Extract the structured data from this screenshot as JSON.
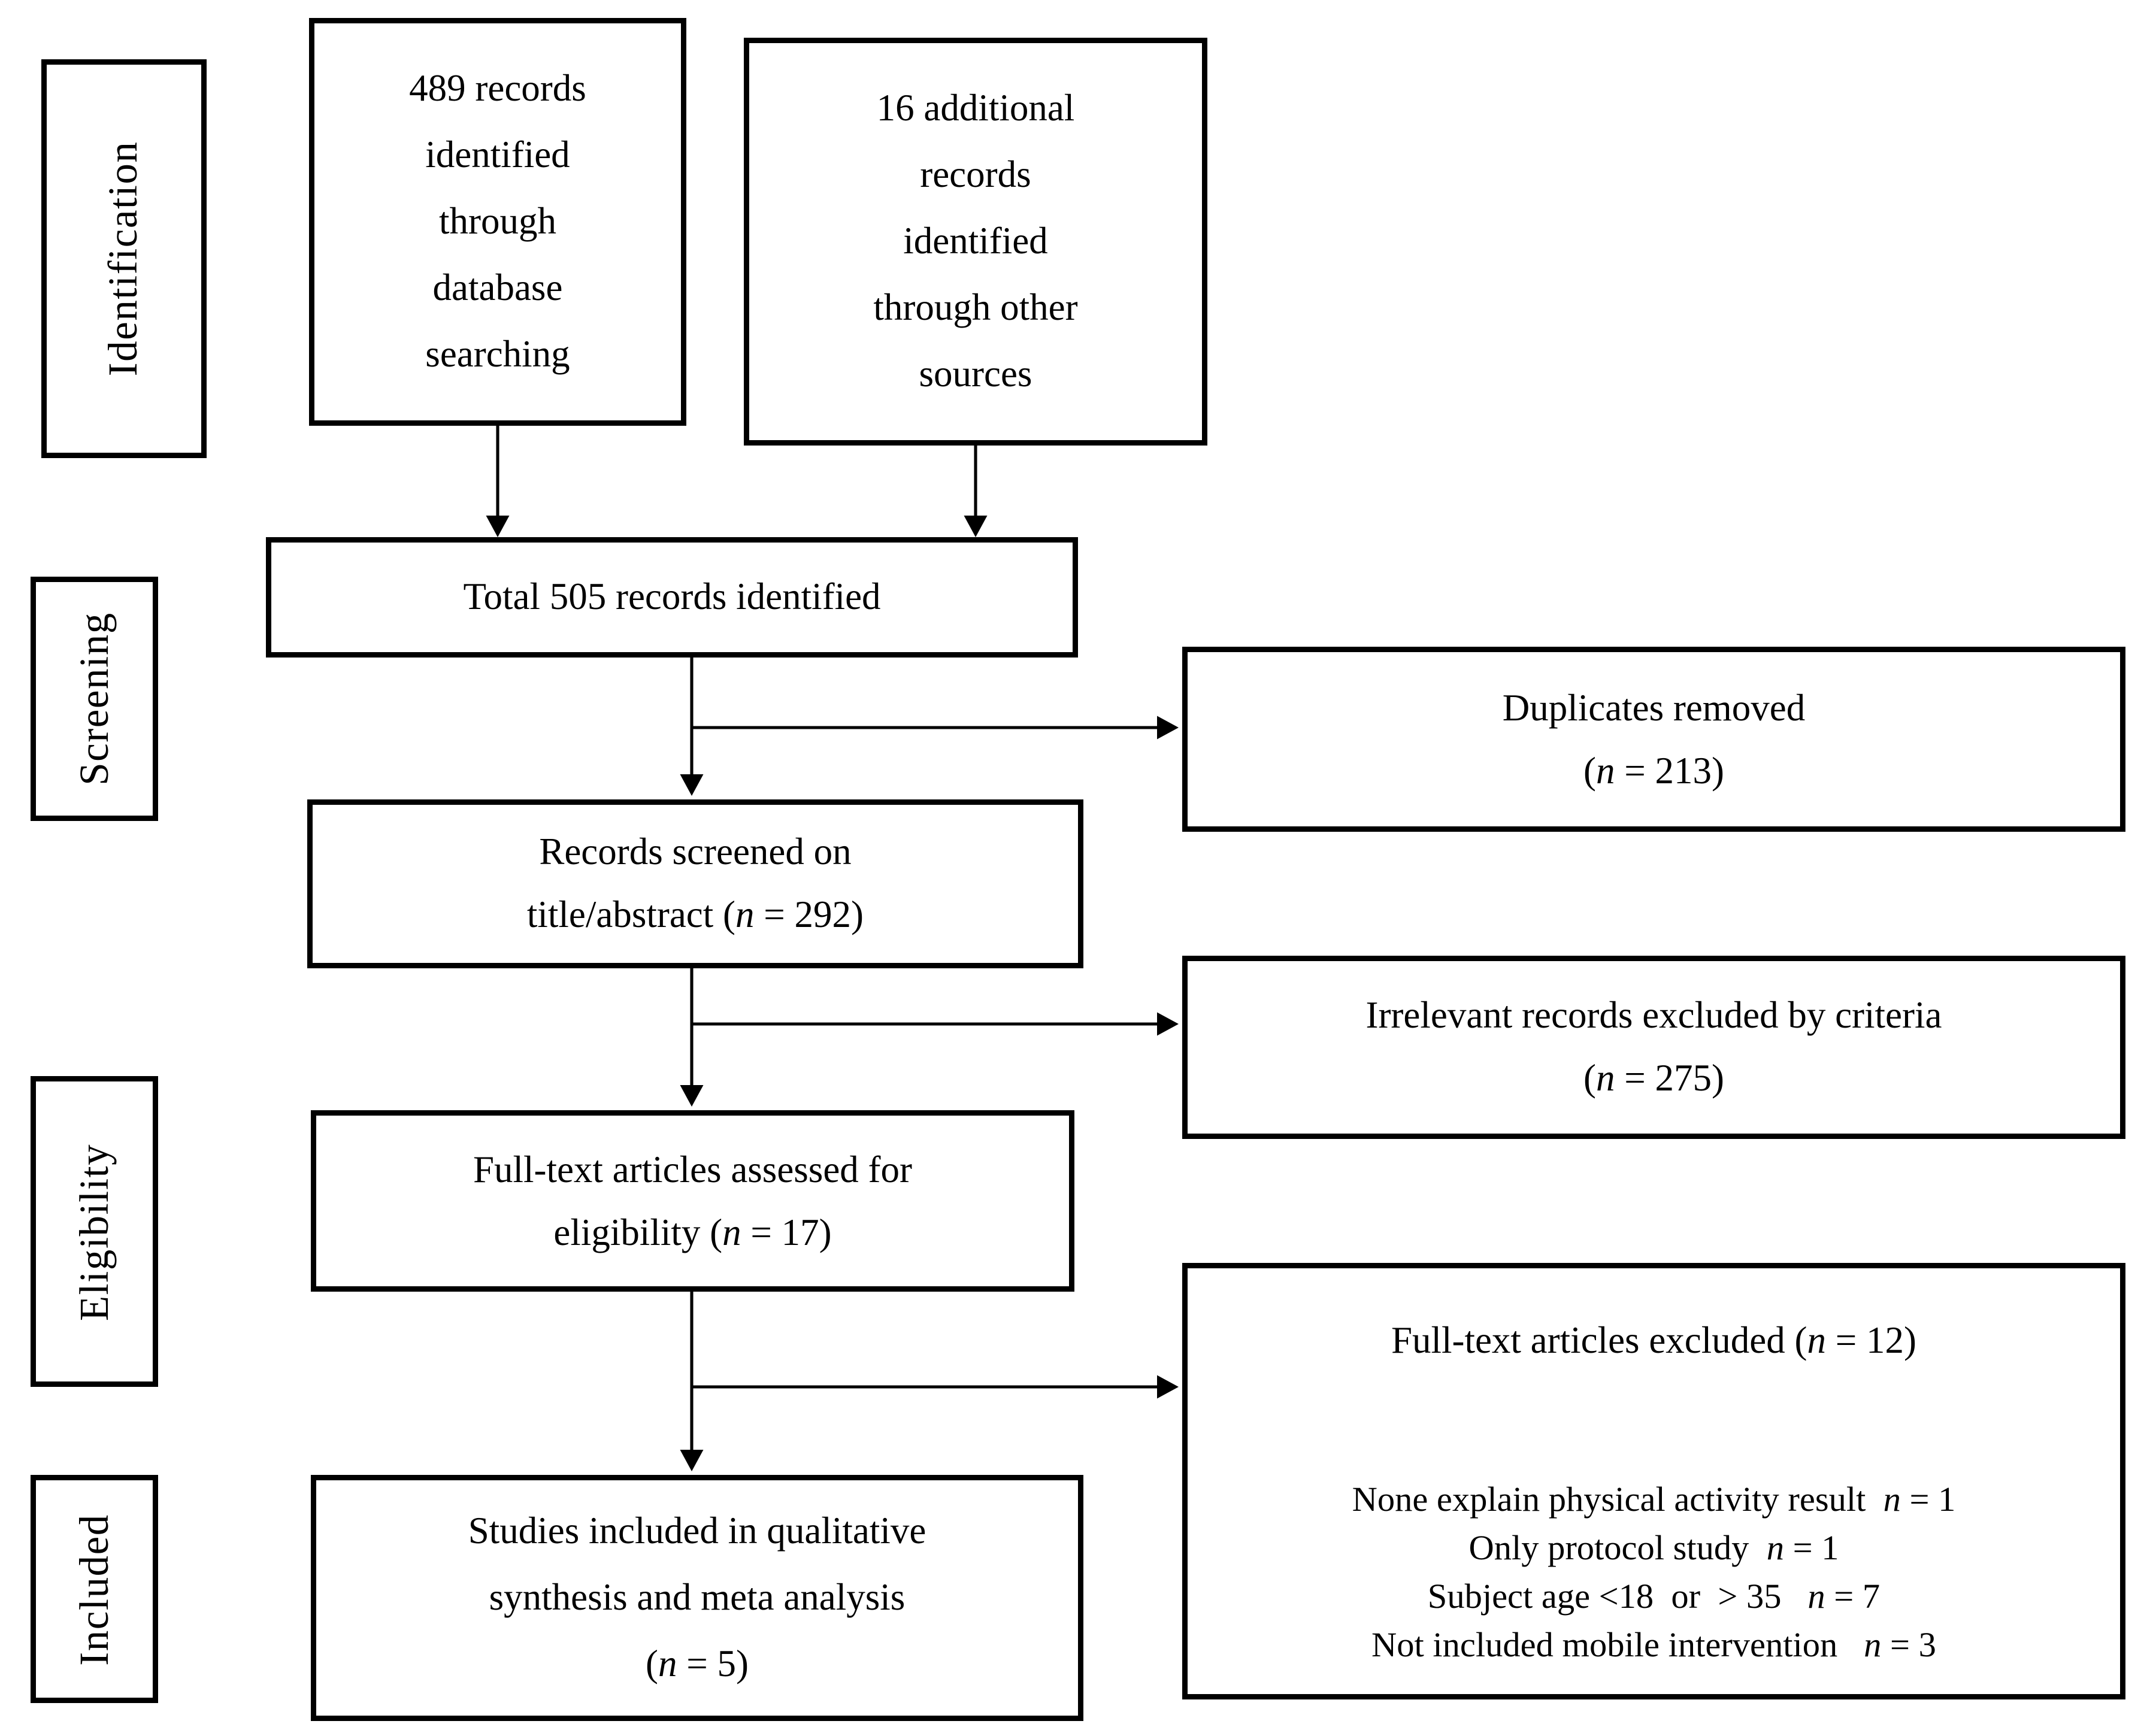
{
  "diagram": {
    "colors": {
      "ink": "#000000",
      "background": "#ffffff"
    },
    "n_symbol": "n",
    "stage_labels": [
      {
        "id": "identification",
        "text": "Identification"
      },
      {
        "id": "screening",
        "text": "Screening"
      },
      {
        "id": "eligibility",
        "text": "Eligibility"
      },
      {
        "id": "included",
        "text": "Included"
      }
    ],
    "boxes": {
      "db_records": {
        "lines": [
          "489 records",
          "identified",
          "through",
          "database",
          "searching"
        ]
      },
      "other_records": {
        "lines": [
          "16 additional",
          "records",
          "identified",
          "through other",
          "sources"
        ]
      },
      "total": {
        "line1": "Total 505 records identified"
      },
      "duplicates": {
        "line1": "Duplicates removed",
        "line2_pre": "(",
        "line2_post": " = 213)"
      },
      "screened": {
        "line1": "Records screened on",
        "line2_pre": "title/abstract (",
        "line2_post": " = 292)"
      },
      "irrelevant": {
        "line1": "Irrelevant records excluded by criteria",
        "line2_pre": "(",
        "line2_post": " = 275)"
      },
      "fulltext": {
        "line1": "Full-text articles assessed for",
        "line2_pre": "eligibility (",
        "line2_post": " = 17)"
      },
      "excluded": {
        "title_pre": "Full-text articles excluded (",
        "title_post": " = 12)",
        "reasons": [
          {
            "pre": "None explain physical activity result  ",
            "post": " = 1"
          },
          {
            "pre": "Only protocol study  ",
            "post": " = 1"
          },
          {
            "pre": "Subject age <18  or  > 35   ",
            "post": " = 7"
          },
          {
            "pre": "Not included mobile intervention   ",
            "post": " = 3"
          }
        ]
      },
      "included_studies": {
        "line1": "Studies included in qualitative",
        "line2": "synthesis and meta analysis",
        "line3_pre": "(",
        "line3_post": " = 5)"
      }
    }
  }
}
